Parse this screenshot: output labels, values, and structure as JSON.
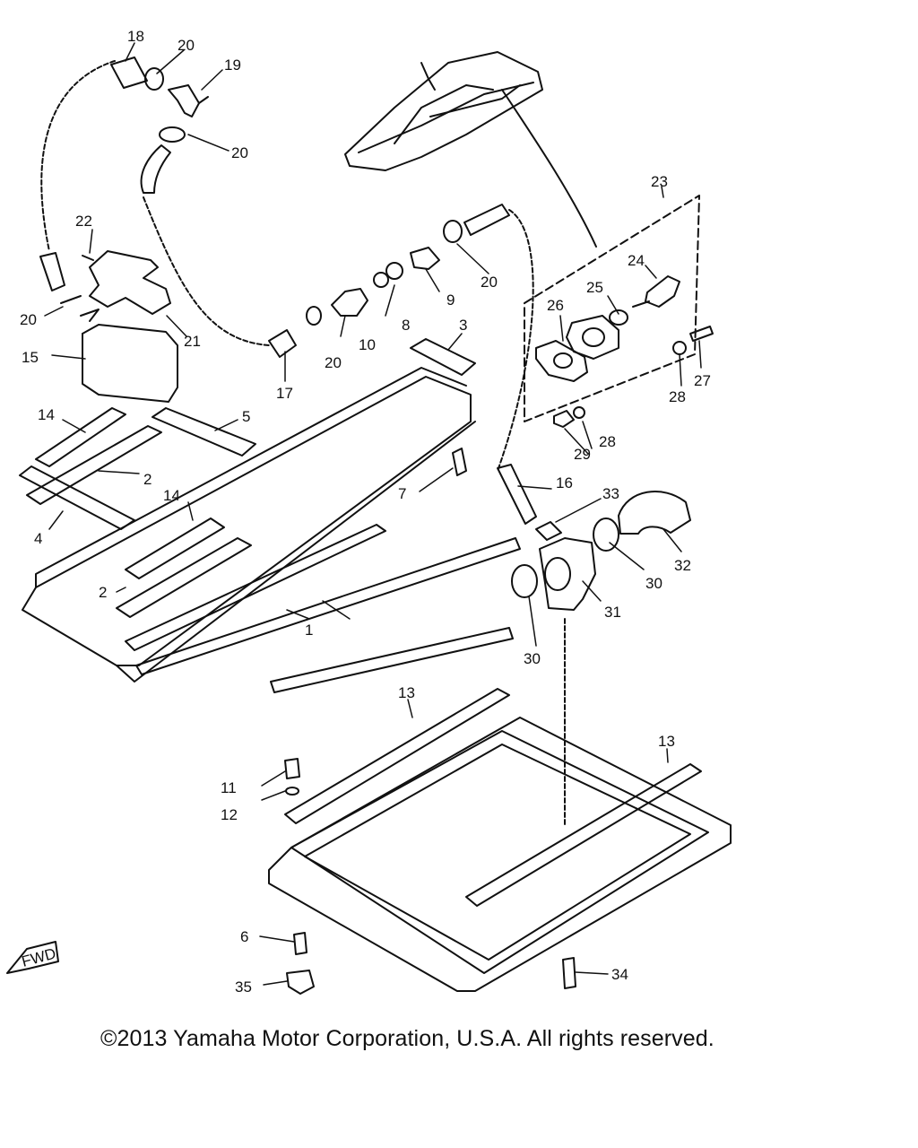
{
  "diagram": {
    "callouts": [
      "18",
      "20",
      "19",
      "20",
      "22",
      "20",
      "21",
      "15",
      "17",
      "10",
      "8",
      "9",
      "20",
      "3",
      "14",
      "5",
      "2",
      "4",
      "14",
      "2",
      "7",
      "1",
      "23",
      "24",
      "25",
      "26",
      "27",
      "28",
      "28",
      "29",
      "16",
      "33",
      "32",
      "30",
      "31",
      "30",
      "13",
      "13",
      "11",
      "12",
      "6",
      "35",
      "34"
    ],
    "fwd_label": "FWD"
  },
  "footer": {
    "copyright": "©2013 Yamaha Motor Corporation, U.S.A. All rights reserved."
  }
}
